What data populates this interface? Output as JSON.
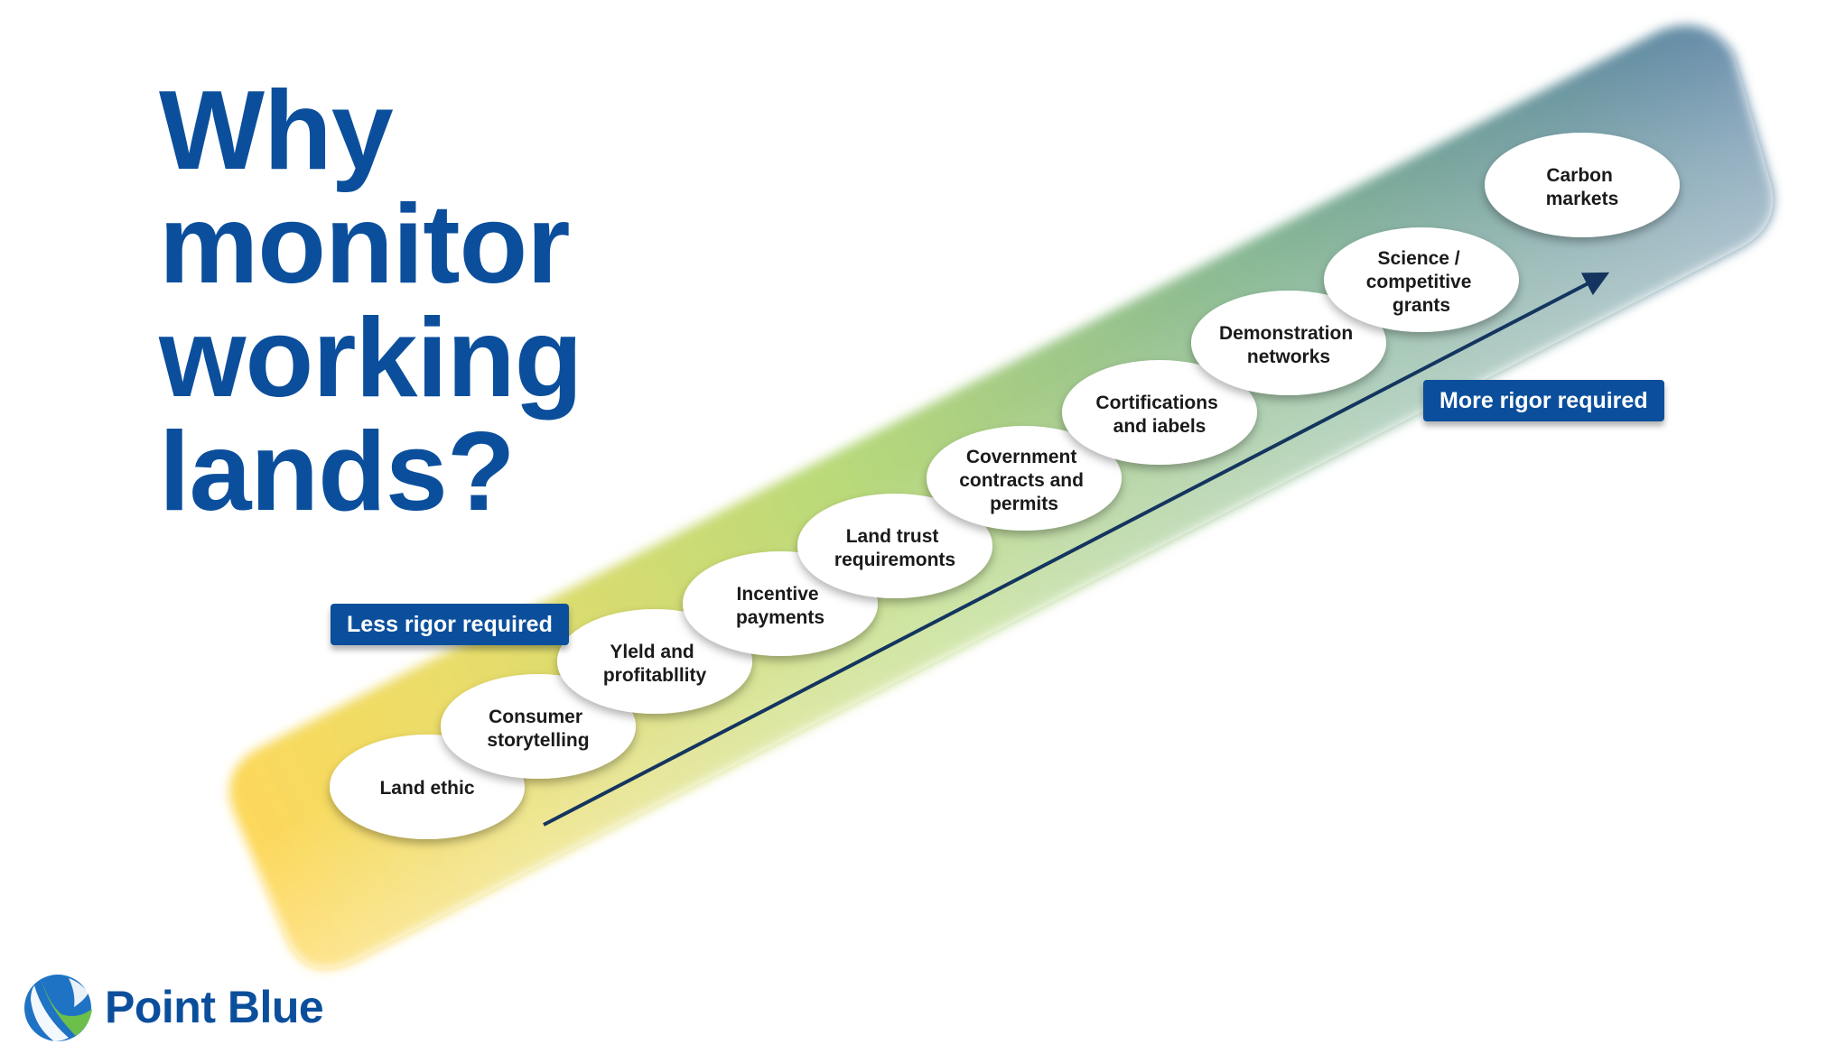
{
  "title_lines": [
    "Why",
    "monitor",
    "working",
    "lands?"
  ],
  "steps": [
    {
      "lines": [
        "Land ethic"
      ]
    },
    {
      "lines": [
        "Consumer",
        "storytelling"
      ]
    },
    {
      "lines": [
        "Yleld and",
        "profitabllity"
      ]
    },
    {
      "lines": [
        "Incentive",
        "payments"
      ]
    },
    {
      "lines": [
        "Land trust",
        "requiremonts"
      ]
    },
    {
      "lines": [
        "Covernment",
        "contracts and",
        "permits"
      ]
    },
    {
      "lines": [
        "Cortifications",
        "and iabels"
      ]
    },
    {
      "lines": [
        "Demonstration",
        "networks"
      ]
    },
    {
      "lines": [
        "Science /",
        "competitive",
        "grants"
      ]
    },
    {
      "lines": [
        "Carbon",
        "markets"
      ]
    }
  ],
  "tags": {
    "less": "Less rigor required",
    "more": "More rigor required"
  },
  "logo": {
    "text": "Point Blue",
    "icon": "bird-wing-logo-icon"
  },
  "colors": {
    "title": "#0b4f9c",
    "tag_bg": "#0b4f9c",
    "band_start": "#fdd85a",
    "band_mid": "#b8d97a",
    "band_end": "#5d86a4",
    "arrow": "#13355f",
    "logo_blue": "#1f73c4",
    "logo_green": "#6cc04a"
  }
}
